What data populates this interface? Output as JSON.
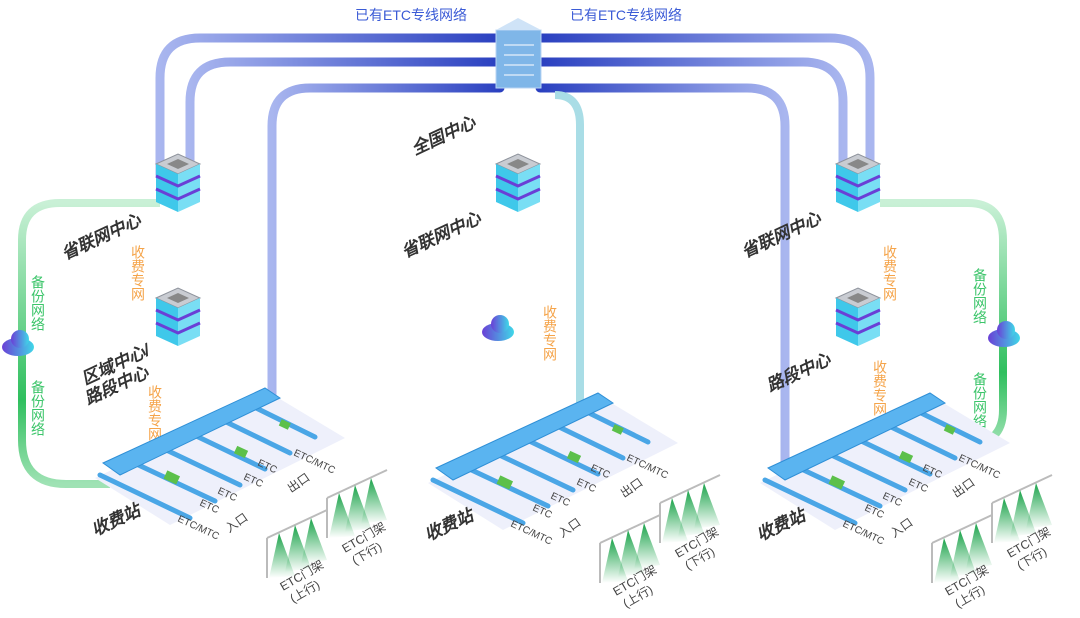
{
  "network": {
    "etc_line_left": "已有ETC专线网络",
    "etc_line_right": "已有ETC专线网络",
    "national_center": "全国中心",
    "provincial_center": "省联网中心",
    "region_center": "区域中心/",
    "road_section_center": "路段中心",
    "toll_network": "收费专网",
    "backup_network": "备份网络"
  },
  "station": {
    "name": "收费站",
    "lanes": [
      "ETC/MTC",
      "ETC",
      "ETC",
      "ETC",
      "ETC",
      "ETC/MTC"
    ],
    "entrance": "入口",
    "exit": "出口",
    "gantry_up": [
      "ETC门架",
      "(上行)"
    ],
    "gantry_down": [
      "ETC门架",
      "(下行)"
    ]
  },
  "colors": {
    "etc_line": "#2a40c0",
    "toll_network": "#f5a44a",
    "backup_network": "#3cc56a",
    "canopy": "#5ab4f0"
  }
}
